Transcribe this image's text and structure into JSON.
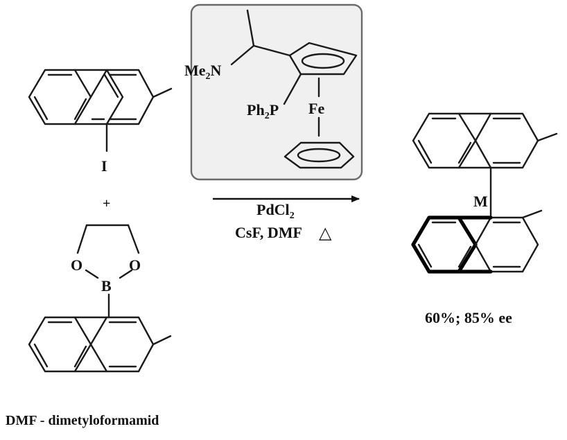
{
  "reactant_1": {
    "substituent_label": "I"
  },
  "plus_sign": "+",
  "reactant_2": {
    "oxygen_left": "O",
    "oxygen_right": "O",
    "boron": "B"
  },
  "catalyst": {
    "amine_main": "Me",
    "amine_sub": "2",
    "amine_tail": "N",
    "phosphine_main": "Ph",
    "phosphine_sub": "2",
    "phosphine_tail": "P",
    "metal": "Fe",
    "box_stroke_color": "#6b6b6b",
    "box_fill_color": "#f0f0f0"
  },
  "conditions": {
    "reagent_main": "PdCl",
    "reagent_sub": "2",
    "line_2": "CsF, DMF",
    "heat_symbol": "△"
  },
  "product": {
    "axial_configuration": "M"
  },
  "result_text": "60%; 85% ee",
  "footnote": "DMF - dimetyloformamid"
}
